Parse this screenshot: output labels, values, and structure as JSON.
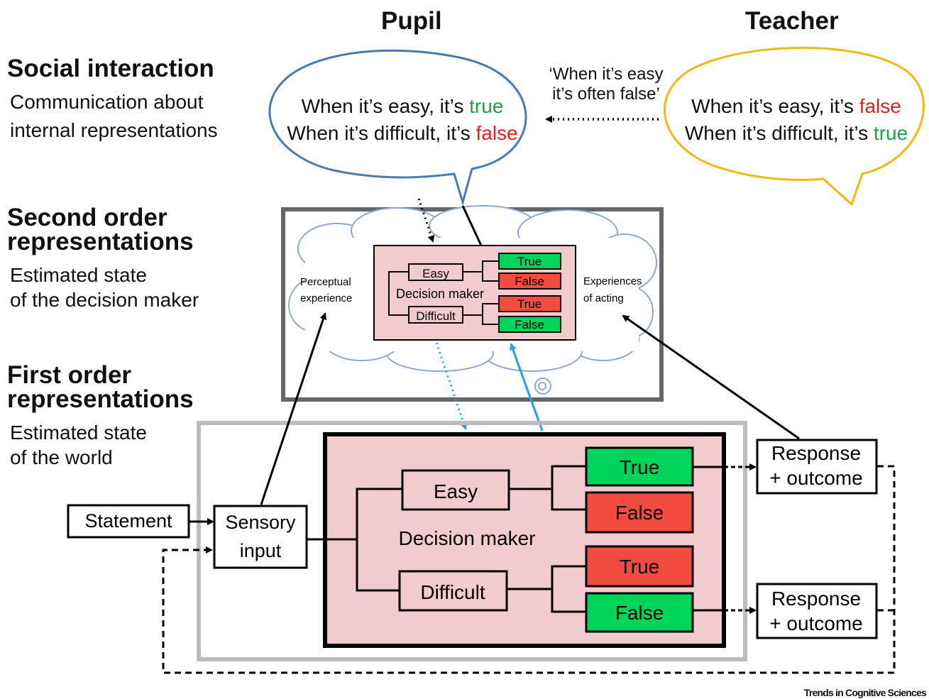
{
  "columns": {
    "pupil": "Pupil",
    "teacher": "Teacher"
  },
  "levels": {
    "social": {
      "title": "Social interaction",
      "line1": "Communication about",
      "line2": "internal representations"
    },
    "second": {
      "title1": "Second order",
      "title2": "representations",
      "line1": "Estimated state",
      "line2": "of the decision maker"
    },
    "first": {
      "title1": "First order",
      "title2": "representations",
      "line1": "Estimated state",
      "line2": "of the world"
    }
  },
  "pupil_bubble": {
    "line1_prefix": "When it’s easy, it’s ",
    "line1_value": "true",
    "line2_prefix": "When it’s difficult, it’s ",
    "line2_value": "false"
  },
  "teacher_bubble": {
    "line1_prefix": "When it’s easy, it’s ",
    "line1_value": "false",
    "line2_prefix": "When it’s difficult, it’s ",
    "line2_value": "true"
  },
  "teacher_quote": {
    "line1": "‘When it’s easy",
    "line2": "it’s often false’"
  },
  "second_order": {
    "perceptual1": "Perceptual",
    "perceptual2": "experience",
    "acting1": "Experiences",
    "acting2": "of acting",
    "easy": "Easy",
    "difficult": "Difficult",
    "decision_maker": "Decision maker",
    "true_label": "True",
    "false_label": "False"
  },
  "first_order": {
    "statement": "Statement",
    "sensory1": "Sensory",
    "sensory2": "input",
    "easy": "Easy",
    "difficult": "Difficult",
    "decision_maker": "Decision maker",
    "true_label": "True",
    "false_label": "False",
    "response1": "Response",
    "response2": "+ outcome"
  },
  "credit": "Trends in Cognitive Sciences",
  "colors": {
    "green": "#00d45a",
    "red": "#f24b3f",
    "pink": "#f2cbcf",
    "blue_bubble": "#4a79b4",
    "yellow_bubble": "#f2b90f",
    "cyan_arrow": "#1aa8e0",
    "dark_box": "#666666",
    "light_box": "#bdbdbd",
    "text_green": "#19a34a",
    "text_red": "#e8201c"
  }
}
